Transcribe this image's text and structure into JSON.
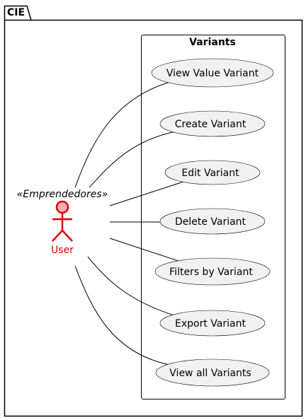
{
  "package": {
    "title": "CIE"
  },
  "rectangle": {
    "title": "Variants"
  },
  "actor": {
    "stereotype": "«Emprendedores»",
    "name": "User",
    "stroke_color": "#e00000",
    "fill_color": "#f1b1b9"
  },
  "use_cases": [
    {
      "label": "View Value Variant"
    },
    {
      "label": "Create Variant"
    },
    {
      "label": "Edit Variant"
    },
    {
      "label": "Delete Variant"
    },
    {
      "label": "Filters by Variant"
    },
    {
      "label": "Export Variant"
    },
    {
      "label": "View all Variants"
    }
  ],
  "colors": {
    "usecase_fill": "#f1f1f1",
    "line": "#000000"
  }
}
